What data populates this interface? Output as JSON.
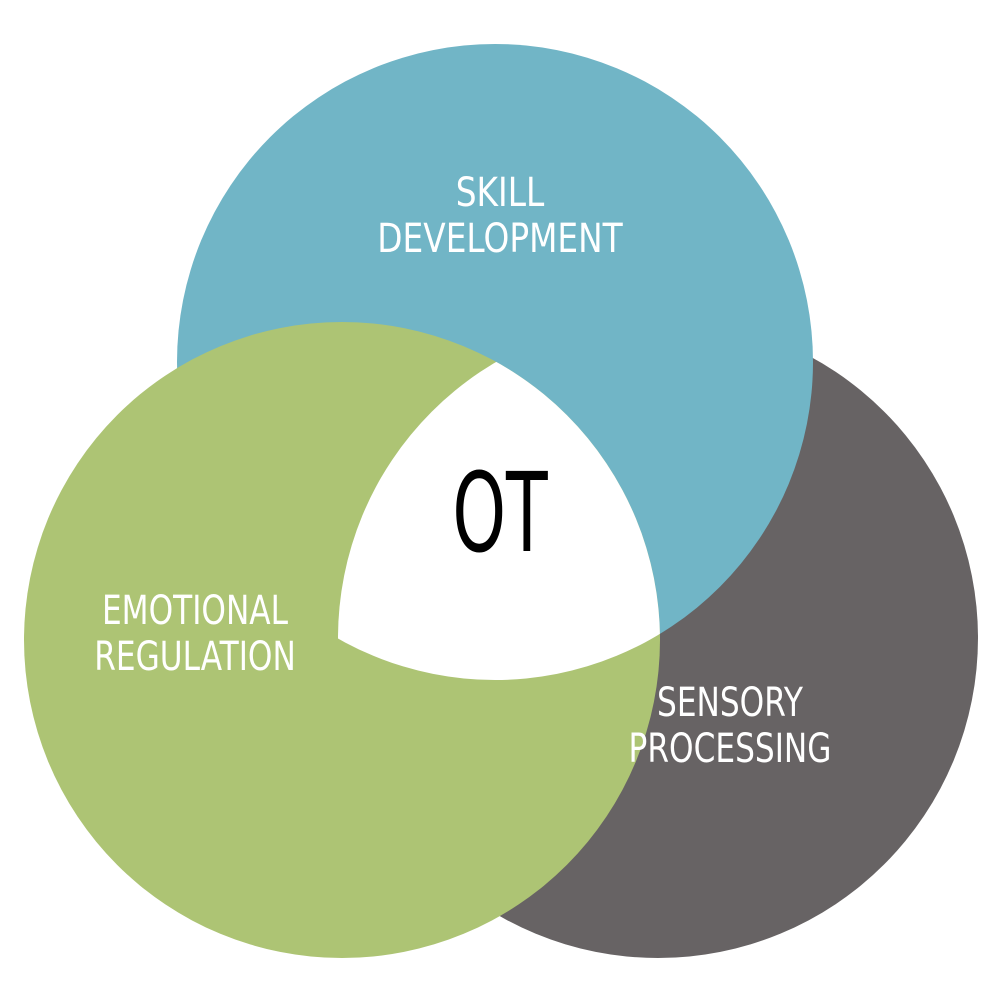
{
  "diagram": {
    "center_label": "OT",
    "circles": {
      "skill": {
        "line1": "SKILL",
        "line2": "DEVELOPMENT",
        "color": "#71b5c6"
      },
      "emotional": {
        "line1": "EMOTIONAL",
        "line2": "REGULATION",
        "color": "#adc474"
      },
      "sensory": {
        "line1": "SENSORY",
        "line2": "PROCESSING",
        "color": "#676364"
      }
    },
    "center_color": "#ffffff"
  }
}
